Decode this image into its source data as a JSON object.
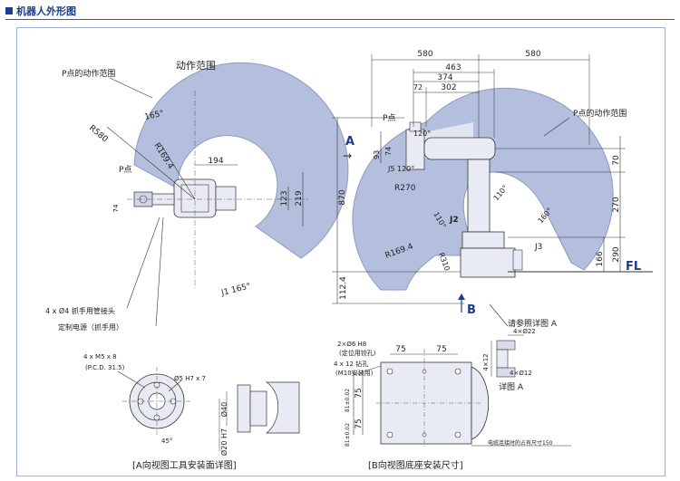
{
  "header": {
    "title": "机器人外形图"
  },
  "colors": {
    "range_fill": "#b3bfdd",
    "range_edge": "#8d9ac2",
    "title_accent": "#1a3d8c",
    "line": "#333333",
    "body_fill": "#e8ebf3"
  },
  "top_view": {
    "title": "动作范围",
    "p_point_range": "P点的动作范围",
    "angle_165_top": "165°",
    "r580": "R580",
    "r169": "R169.4",
    "dim_194": "194",
    "p_point": "P点",
    "dim_123": "123",
    "dim_219": "219",
    "dim_74": "74",
    "j1_165": "J1 165°",
    "gripper_hole": "4 x Ø4 抓手用管接头",
    "custom_power": "定制电源（抓手用）"
  },
  "side_view": {
    "dim_580_left": "580",
    "dim_580_right": "580",
    "dim_463": "463",
    "dim_374": "374",
    "dim_72": "72",
    "dim_302": "302",
    "arrow_a": "A",
    "arrow_a_glyph": "→",
    "p_point": "P点",
    "p_point_range": "P点的动作范围",
    "angle_120_top": "120°",
    "dim_93": "93",
    "dim_74": "74",
    "j5_120": "J5 120°",
    "dim_870": "870",
    "r270": "R270",
    "angle_110_left": "110°",
    "angle_110_right": "110°",
    "angle_160": "160°",
    "j2": "J2",
    "r169": "R169.4",
    "r310": "R310",
    "j3": "J3",
    "dim_70": "70",
    "dim_270": "270",
    "dim_290": "290",
    "dim_166": "166",
    "fl": "FL",
    "dim_112": "112.4",
    "arrow_b": "B",
    "ref_detail": "请参照详图 A"
  },
  "bottom_views": {
    "m5_note": "4 x M5 x 8",
    "pcd_note": "(P.C.D. 31.5)",
    "hole_note": "Ø5 H7 x 7",
    "angle_45": "45°",
    "dim_d40": "Ø40",
    "dim_d20": "Ø20 H7",
    "caption_a": "[A向视图工具安装面详图]",
    "pin_note": "2×Ø6 H8",
    "pin_note2": "(定位用铰孔)",
    "tap_note": "4 x 12 钻孔",
    "tap_note2": "(M10安装用)",
    "dim_75a": "75",
    "dim_75b": "75",
    "dim_81a": "81±0.02",
    "dim_75c": "75",
    "dim_81b": "81±0.02",
    "dim_75d": "75",
    "cable_note": "电缆连接时的占有尺寸150",
    "caption_b": "[B向视图底座安装尺寸]",
    "d22": "4×Ø22",
    "d12": "4×Ø12",
    "dim_4x12": "4×12",
    "detail_a": "详图 A"
  }
}
